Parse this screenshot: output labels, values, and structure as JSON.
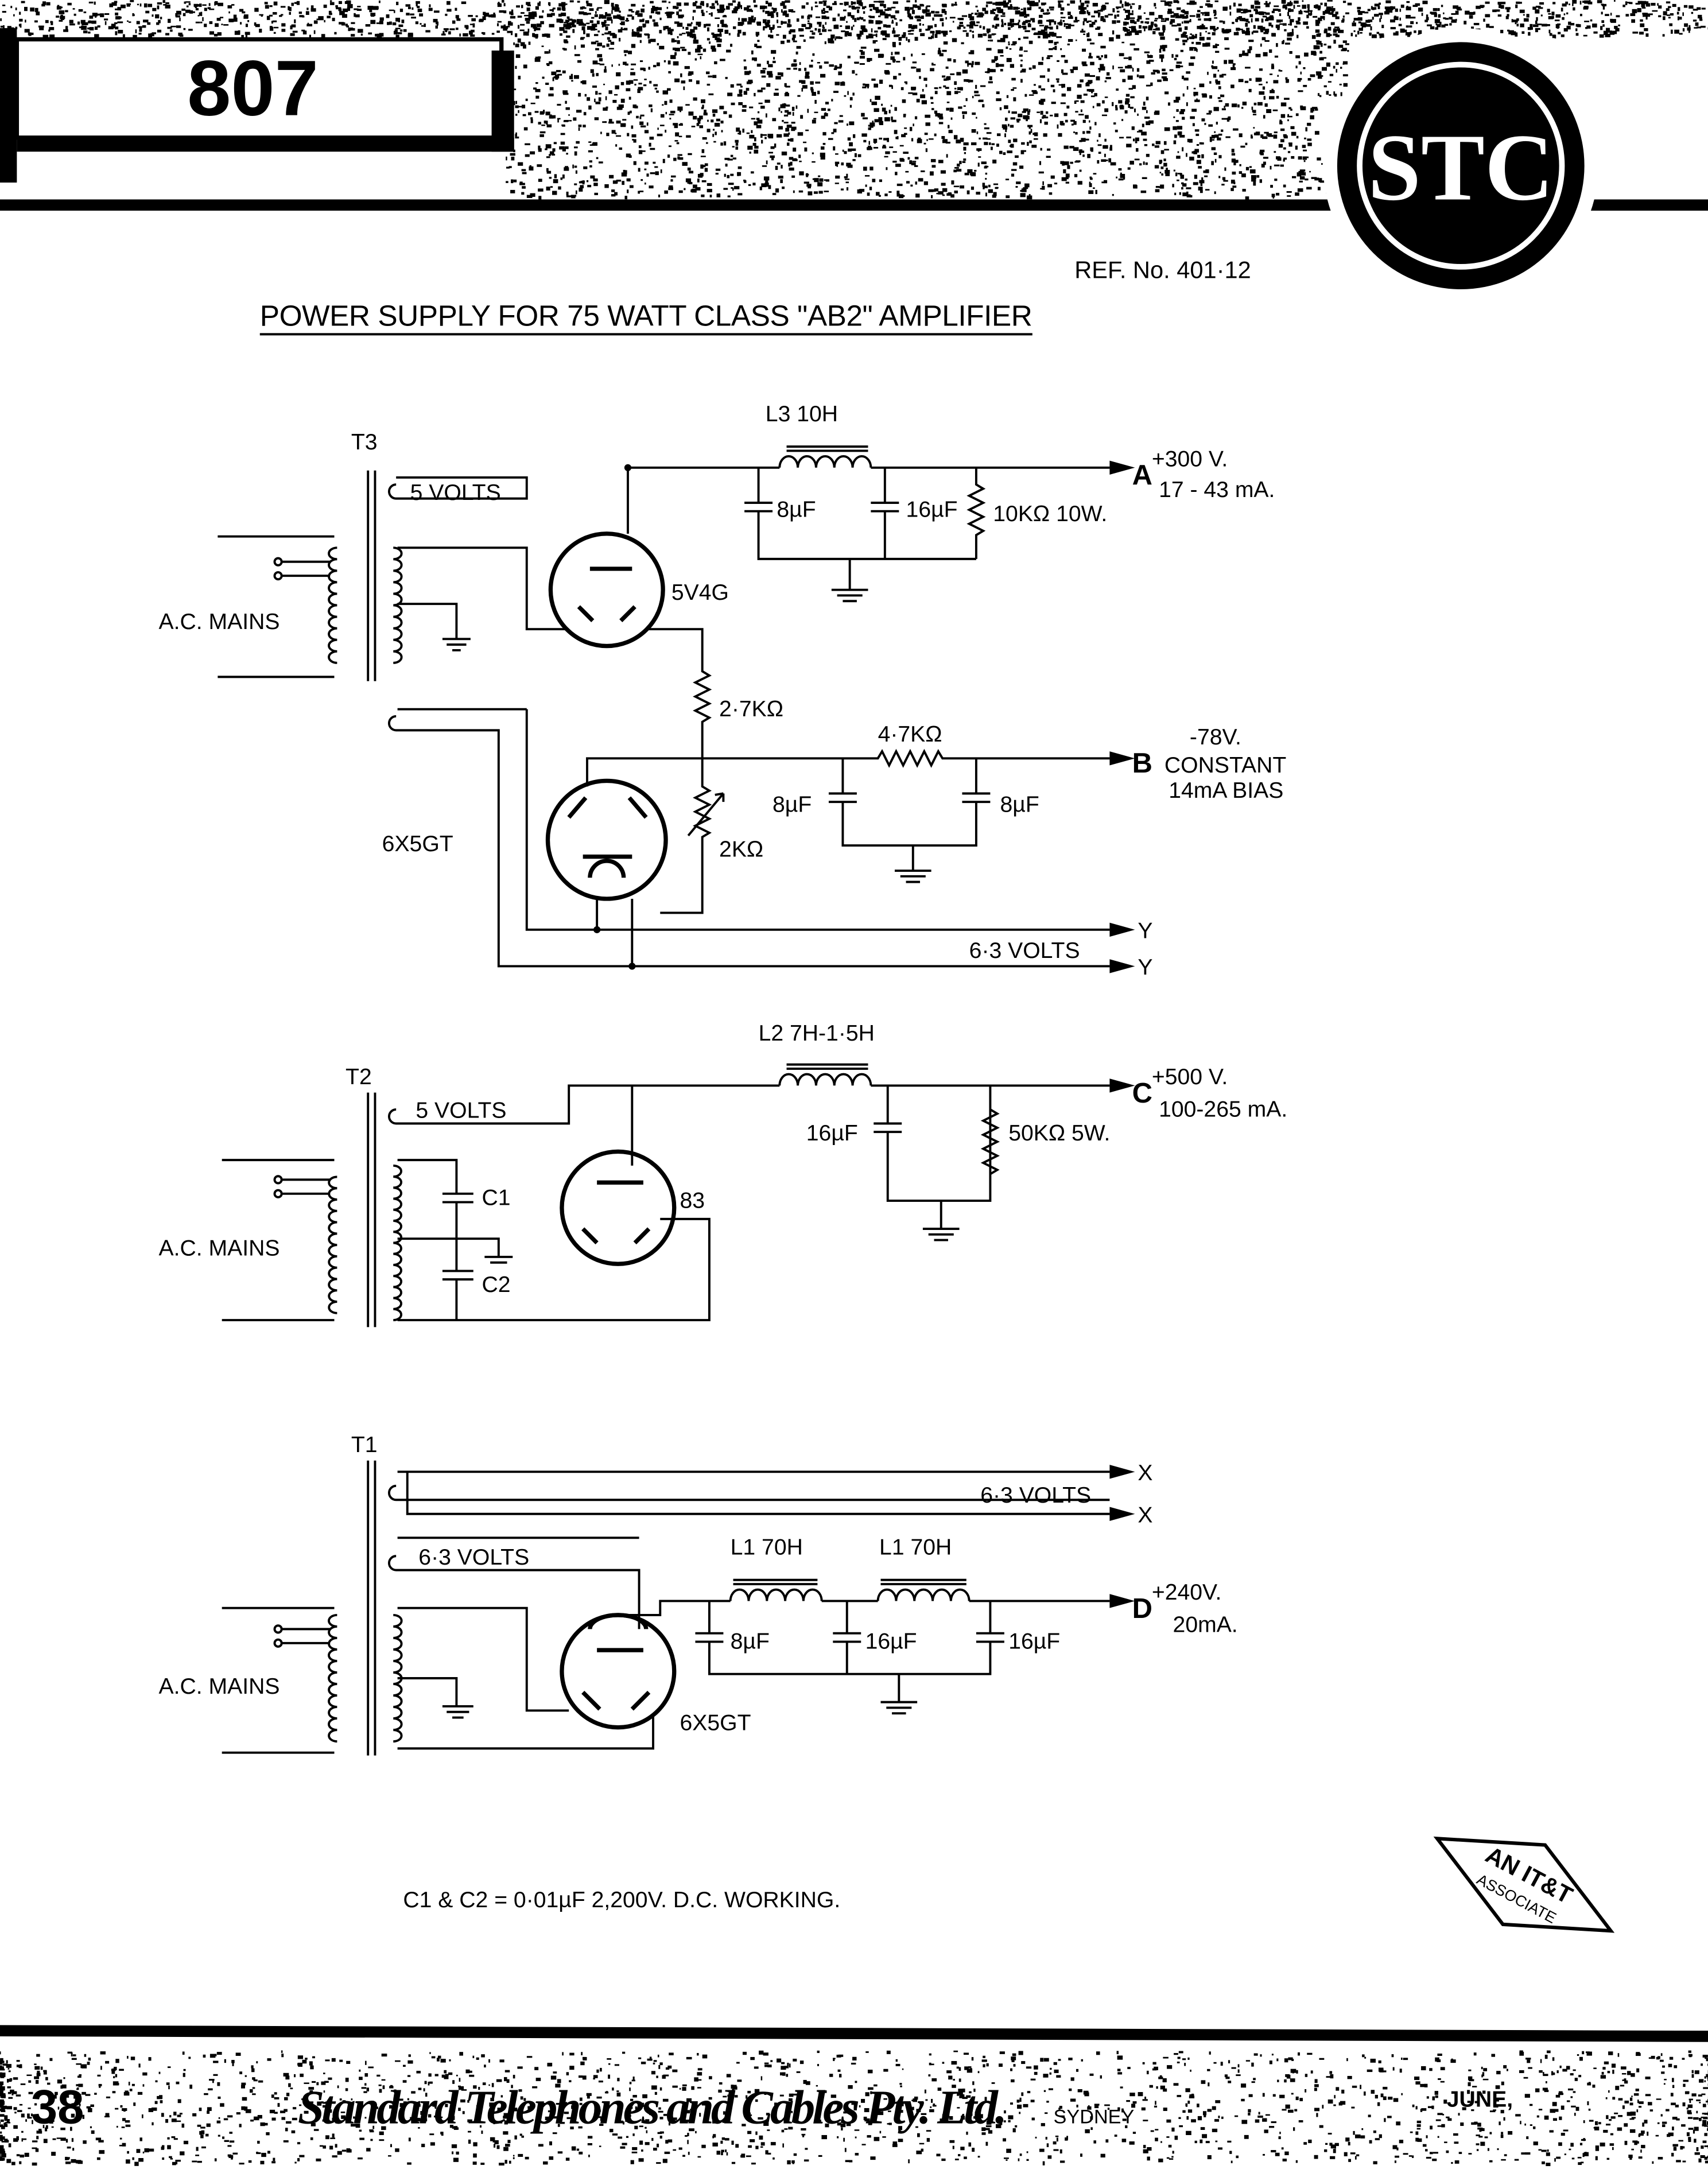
{
  "header": {
    "tube_type": "807",
    "logo_text": "STC",
    "ref_no": "REF. No. 401·12",
    "title": "POWER SUPPLY FOR 75 WATT CLASS \"AB2\" AMPLIFIER"
  },
  "t3_section": {
    "transformer": "T3",
    "mains": "A.C. MAINS",
    "winding_5v": "5 VOLTS",
    "rectifier": "5V4G",
    "choke": "L3  10H",
    "cap1": "8µF",
    "cap2": "16µF",
    "bleeder": "10KΩ 10W.",
    "output_a": "A",
    "output_a_volts": "+300 V.",
    "output_a_current": "17 - 43 mA.",
    "divider_r1": "2·7KΩ",
    "divider_r2": "2KΩ",
    "bias_r": "4·7KΩ",
    "bias_cap1": "8µF",
    "bias_cap2": "8µF",
    "bias_rectifier": "6X5GT",
    "output_b": "B",
    "output_b_volts": "-78V.",
    "output_b_line2": "CONSTANT",
    "output_b_line3": "14mA BIAS",
    "heater": "6·3 VOLTS",
    "output_y": "Y"
  },
  "t2_section": {
    "transformer": "T2",
    "mains": "A.C. MAINS",
    "winding_5v": "5 VOLTS",
    "c1": "C1",
    "c2": "C2",
    "rectifier": "83",
    "choke": "L2    7H-1·5H",
    "cap": "16µF",
    "bleeder": "50KΩ 5W.",
    "output_c": "C",
    "output_c_volts": "+500 V.",
    "output_c_current": "100-265 mA."
  },
  "t1_section": {
    "transformer": "T1",
    "mains": "A.C. MAINS",
    "heater_out": "6·3 VOLTS",
    "output_x": "X",
    "winding_63": "6·3 VOLTS",
    "rectifier": "6X5GT",
    "choke1": "L1 70H",
    "choke2": "L1 70H",
    "cap1": "8µF",
    "cap2": "16µF",
    "cap3": "16µF",
    "output_d": "D",
    "output_d_volts": "+240V.",
    "output_d_current": "20mA."
  },
  "note": "C1 & C2 = 0·01µF   2,200V.   D.C. WORKING.",
  "badge": {
    "line1": "AN IT&T",
    "line2": "ASSOCIATE"
  },
  "footer": {
    "page_number": "38",
    "company": "Standard Telephones and Cables Pty. Ltd.",
    "city": "SYDNEY",
    "date": "JUNE,"
  }
}
